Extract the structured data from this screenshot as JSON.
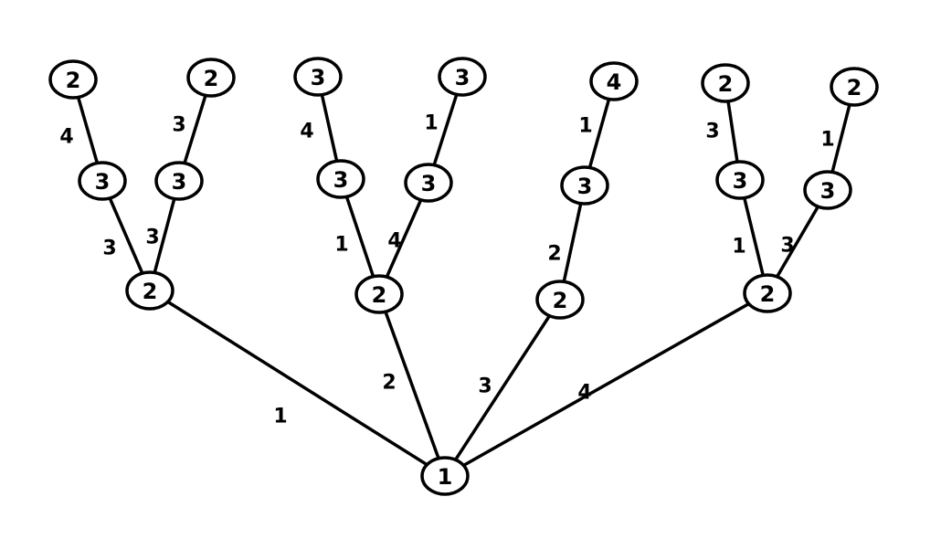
{
  "diagram": {
    "type": "tree",
    "colors": {
      "stroke": "#000000",
      "fill": "#ffffff",
      "text": "#000000"
    },
    "nodes": [
      {
        "id": "root",
        "label": "1"
      },
      {
        "id": "b1",
        "label": "2"
      },
      {
        "id": "b2",
        "label": "2"
      },
      {
        "id": "b3",
        "label": "2"
      },
      {
        "id": "b4",
        "label": "2"
      },
      {
        "id": "c1",
        "label": "3"
      },
      {
        "id": "c2",
        "label": "3"
      },
      {
        "id": "c3",
        "label": "3"
      },
      {
        "id": "c4",
        "label": "3"
      },
      {
        "id": "c5",
        "label": "3"
      },
      {
        "id": "c6",
        "label": "3"
      },
      {
        "id": "c7",
        "label": "3"
      },
      {
        "id": "l1",
        "label": "2"
      },
      {
        "id": "l2",
        "label": "2"
      },
      {
        "id": "l3",
        "label": "3"
      },
      {
        "id": "l4",
        "label": "3"
      },
      {
        "id": "l5",
        "label": "4"
      },
      {
        "id": "l6",
        "label": "2"
      },
      {
        "id": "l7",
        "label": "2"
      }
    ],
    "edges": [
      {
        "from": "root",
        "to": "b1",
        "label": "1"
      },
      {
        "from": "root",
        "to": "b2",
        "label": "2"
      },
      {
        "from": "root",
        "to": "b3",
        "label": "3"
      },
      {
        "from": "root",
        "to": "b4",
        "label": "4"
      },
      {
        "from": "b1",
        "to": "c1",
        "label": "3"
      },
      {
        "from": "b1",
        "to": "c2",
        "label": "3"
      },
      {
        "from": "c1",
        "to": "l1",
        "label": "4"
      },
      {
        "from": "c2",
        "to": "l2",
        "label": "3"
      },
      {
        "from": "b2",
        "to": "c3",
        "label": "1"
      },
      {
        "from": "b2",
        "to": "c4",
        "label": "4"
      },
      {
        "from": "c3",
        "to": "l3",
        "label": "4"
      },
      {
        "from": "c4",
        "to": "l4",
        "label": "1"
      },
      {
        "from": "b3",
        "to": "c5",
        "label": "2"
      },
      {
        "from": "c5",
        "to": "l5",
        "label": "1"
      },
      {
        "from": "b4",
        "to": "c6",
        "label": "1"
      },
      {
        "from": "b4",
        "to": "c7",
        "label": "3"
      },
      {
        "from": "c6",
        "to": "l6",
        "label": "3"
      },
      {
        "from": "c7",
        "to": "l7",
        "label": "1"
      }
    ]
  }
}
